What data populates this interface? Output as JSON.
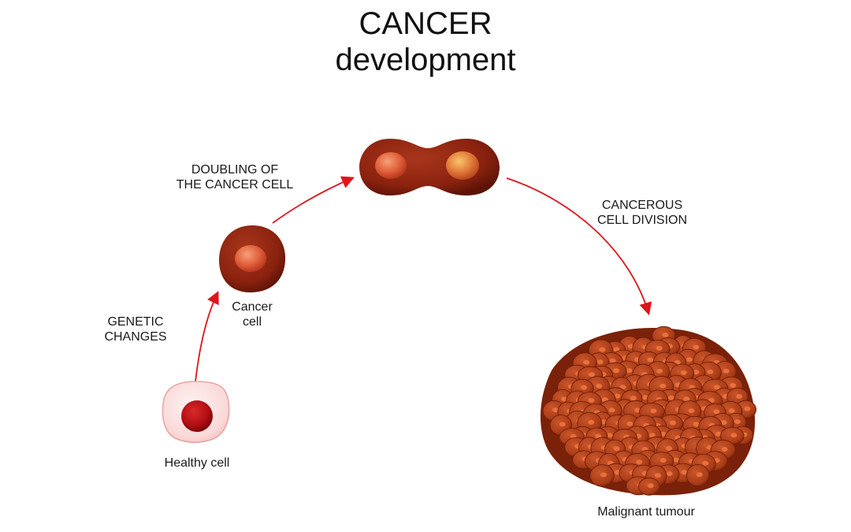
{
  "title": {
    "line1": "CANCER",
    "line2": "development"
  },
  "stages": {
    "healthy_cell": "Healthy cell",
    "cancer_cell": {
      "line1": "Cancer",
      "line2": "cell"
    },
    "malignant_tumour": "Malignant tumour"
  },
  "steps": {
    "genetic_changes": {
      "line1": "GENETIC",
      "line2": "CHANGES"
    },
    "doubling": {
      "line1": "DOUBLING OF",
      "line2": "THE CANCER CELL"
    },
    "division": {
      "line1": "CANCEROUS",
      "line2": "CELL DIVISION"
    }
  },
  "colors": {
    "arrow": "#e0141b",
    "cancer_cell": "#8e2410",
    "cancer_nucleus": "#e8643c",
    "healthy_cell": "#fbe0e0",
    "healthy_nucleus": "#b50d16",
    "tumour_cell": "#b8461c",
    "tumour_nucleus": "#e8703a"
  }
}
